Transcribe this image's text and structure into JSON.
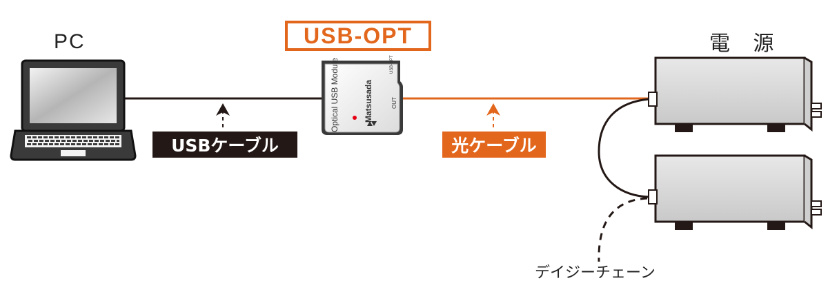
{
  "labels": {
    "pc": "PC",
    "power_supply": "電 源",
    "usb_opt": "USB-OPT",
    "usb_cable": "USBケーブル",
    "optical_cable": "光ケーブル",
    "daisy_chain": "デイジーチェーン"
  },
  "module": {
    "name": "Optical USB Module",
    "brand": "Matsusada",
    "port": "OUT",
    "model": "USB-OPT"
  },
  "colors": {
    "accent": "#e2661c",
    "cable_dark": "#231815",
    "device_gray": "#d9d9d9"
  },
  "icons": [
    "laptop-icon",
    "optical-usb-module-icon",
    "power-supply-icon",
    "arrow-up-icon",
    "led-dot-icon",
    "matsusada-logo-icon"
  ]
}
